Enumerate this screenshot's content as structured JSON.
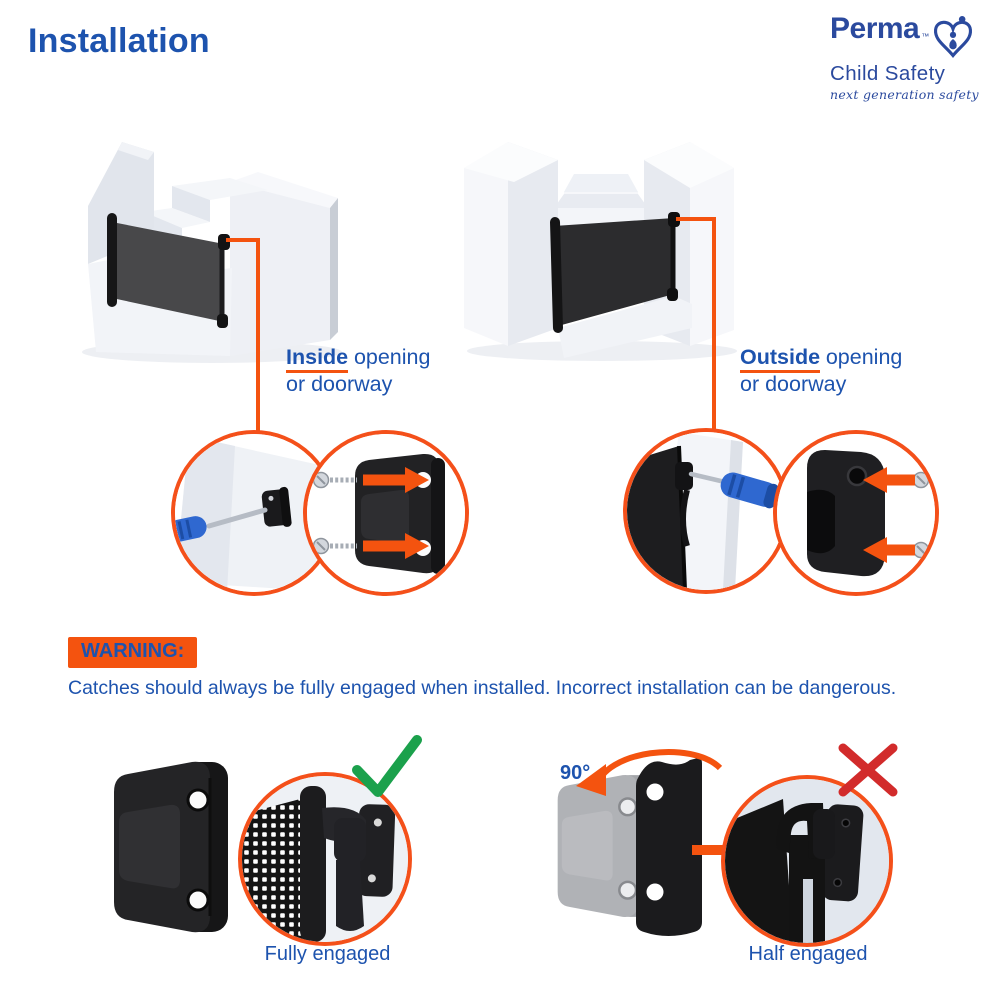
{
  "page": {
    "title": "Installation"
  },
  "logo": {
    "brand": "Perma",
    "tm": "™",
    "sub": "Child Safety",
    "tagline": "next generation safety"
  },
  "labels": {
    "inside": {
      "word": "Inside",
      "rest": "opening",
      "line2": "or doorway"
    },
    "outside": {
      "word": "Outside",
      "rest": "opening",
      "line2": "or doorway"
    }
  },
  "warning": {
    "badge": "WARNING:",
    "text": "Catches should always be fully engaged when installed. Incorrect installation can be dangerous."
  },
  "engagement": {
    "rotation": "90°",
    "fully": "Fully engaged",
    "half": "Half engaged"
  },
  "icons": {
    "logo_heart": "heart-with-parent-and-child",
    "check": "green-checkmark",
    "cross": "red-x",
    "rotation_arrow": "orange-90-degree-rotation-arrow",
    "direction_arrow": "orange-right-arrow"
  },
  "colors": {
    "text_blue": "#1d53ae",
    "logo_blue": "#2b4a9e",
    "orange": "#f4530f",
    "green": "#1ba14c",
    "red": "#d22b2b",
    "gate_dark": "#2c2c2e",
    "gate_gray": "#48484a"
  }
}
